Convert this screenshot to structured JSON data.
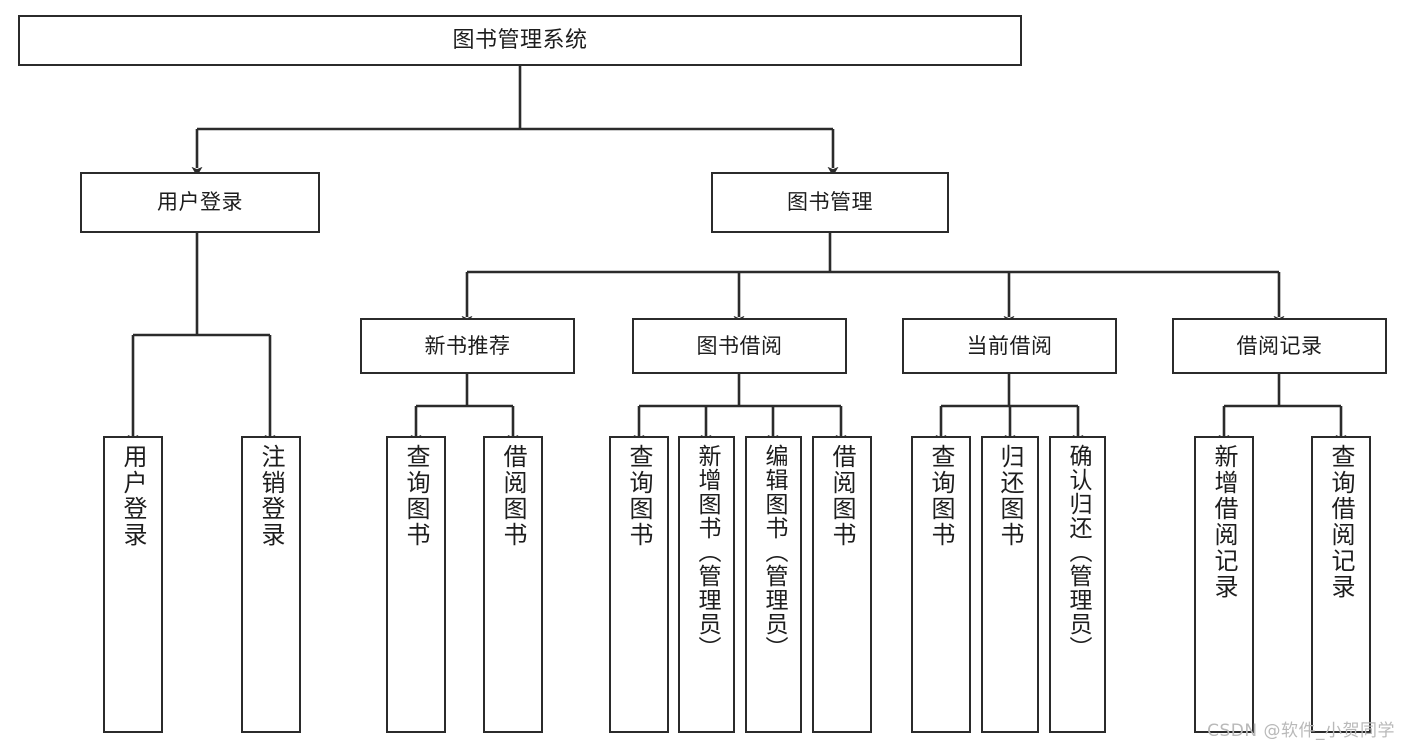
{
  "diagram": {
    "title": "图书管理系统",
    "watermark": "CSDN @软件_小贺同学",
    "colors": {
      "box_border": "#2b2b2b",
      "box_fill": "#ffffff",
      "edge": "#2b2b2b",
      "text": "#1d1d1d",
      "watermark": "#b9b9b9",
      "background": "#ffffff"
    },
    "levels": {
      "root": {
        "label": "图书管理系统"
      },
      "level2": [
        {
          "label": "用户登录"
        },
        {
          "label": "图书管理"
        }
      ],
      "level3": [
        {
          "label": "新书推荐"
        },
        {
          "label": "图书借阅"
        },
        {
          "label": "当前借阅"
        },
        {
          "label": "借阅记录"
        }
      ],
      "leaves": [
        {
          "label": "用户登录",
          "parent": "用户登录"
        },
        {
          "label": "注销登录",
          "parent": "用户登录"
        },
        {
          "label": "查询图书",
          "parent": "新书推荐"
        },
        {
          "label": "借阅图书",
          "parent": "新书推荐"
        },
        {
          "label": "查询图书",
          "parent": "图书借阅"
        },
        {
          "label": "新增图书（管理员）",
          "parent": "图书借阅"
        },
        {
          "label": "编辑图书（管理员）",
          "parent": "图书借阅"
        },
        {
          "label": "借阅图书",
          "parent": "图书借阅"
        },
        {
          "label": "查询图书",
          "parent": "当前借阅"
        },
        {
          "label": "归还图书",
          "parent": "当前借阅"
        },
        {
          "label": "确认归还（管理员）",
          "parent": "当前借阅"
        },
        {
          "label": "新增借阅记录",
          "parent": "借阅记录"
        },
        {
          "label": "查询借阅记录",
          "parent": "借阅记录"
        }
      ]
    }
  }
}
